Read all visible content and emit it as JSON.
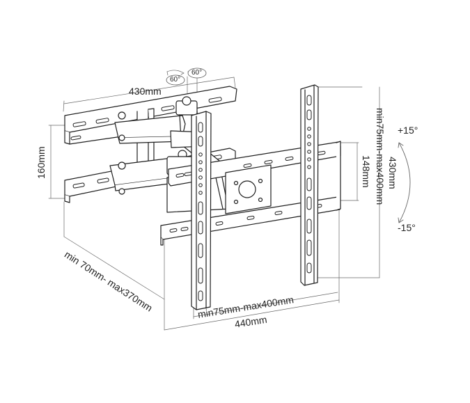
{
  "labels": {
    "depth_top": "430mm",
    "swivel_left": "60°",
    "swivel_right": "60°",
    "arm_height": "160mm",
    "extension": "min 70mm- max370mm",
    "vesa_horizontal": "min75mm-max400mm",
    "plate_width": "440mm",
    "plate_height_inner": "148mm",
    "vesa_vertical": "min75mm-max400mm",
    "plate_height": "430mm",
    "tilt_up": "+15°",
    "tilt_down": "-15°"
  },
  "colors": {
    "line": "#1e1e1e",
    "dim": "#555555",
    "fill": "#ffffff"
  }
}
